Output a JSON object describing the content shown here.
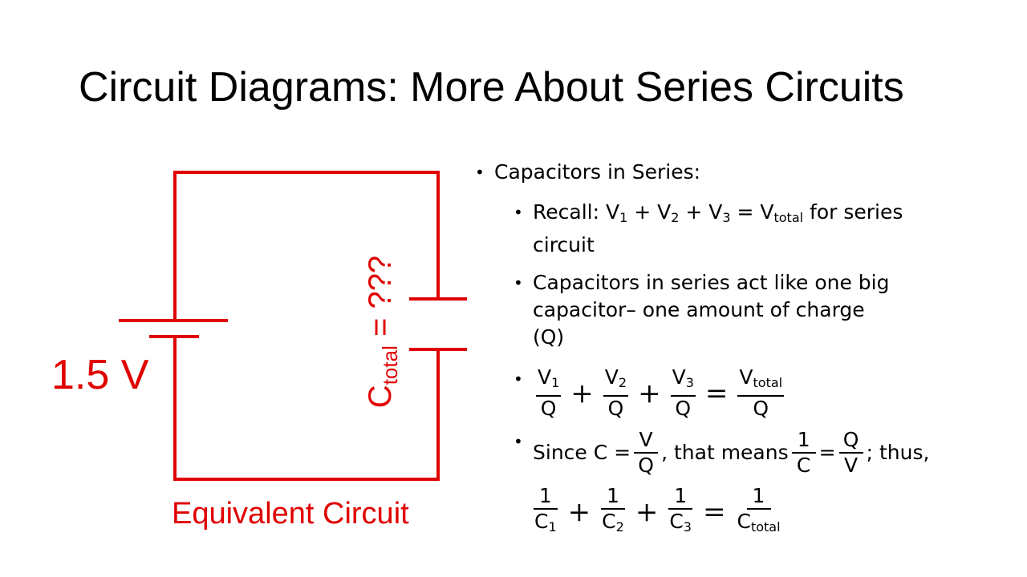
{
  "title": "Circuit Diagrams: More About Series Circuits",
  "circuit": {
    "voltage": "1.5 V",
    "capacitor_label": "C",
    "capacitor_sub": "total",
    "capacitor_value": " = ???",
    "caption": "Equivalent Circuit",
    "color": "#e00000"
  },
  "bullets": {
    "b1": "Capacitors in Series:",
    "b2_prefix": "Recall: V",
    "b2_s1": "1",
    "b2_m1": " + V",
    "b2_s2": "2",
    "b2_m2": " + V",
    "b2_s3": "3",
    "b2_m3": " = V",
    "b2_s4": "total",
    "b2_end": " for series",
    "b2_cont": "circuit",
    "b3_l1": "Capacitors in series act like one big",
    "b3_l2": "capacitor– one amount of charge",
    "b3_l3": "(Q)",
    "b5_a": "Since C =",
    "b5_b": ", that means",
    "b5_c": "=",
    "b5_d": "; thus,"
  },
  "eq1": {
    "t1_num": "V",
    "t1_sub": "1",
    "t1_den": "Q",
    "t2_num": "V",
    "t2_sub": "2",
    "t2_den": "Q",
    "t3_num": "V",
    "t3_sub": "3",
    "t3_den": "Q",
    "t4_num": "V",
    "t4_sub": "total",
    "t4_den": "Q",
    "plus": "+",
    "equals": "="
  },
  "since": {
    "f1_num": "V",
    "f1_den": "Q",
    "f2_num": "1",
    "f2_den": "C",
    "f3_num": "Q",
    "f3_den": "V"
  },
  "eq2": {
    "t1_num": "1",
    "t1_den": "C",
    "t1_sub": "1",
    "t2_num": "1",
    "t2_den": "C",
    "t2_sub": "2",
    "t3_num": "1",
    "t3_den": "C",
    "t3_sub": "3",
    "t4_num": "1",
    "t4_den": "C",
    "t4_sub": "total",
    "plus": "+",
    "equals": "="
  }
}
